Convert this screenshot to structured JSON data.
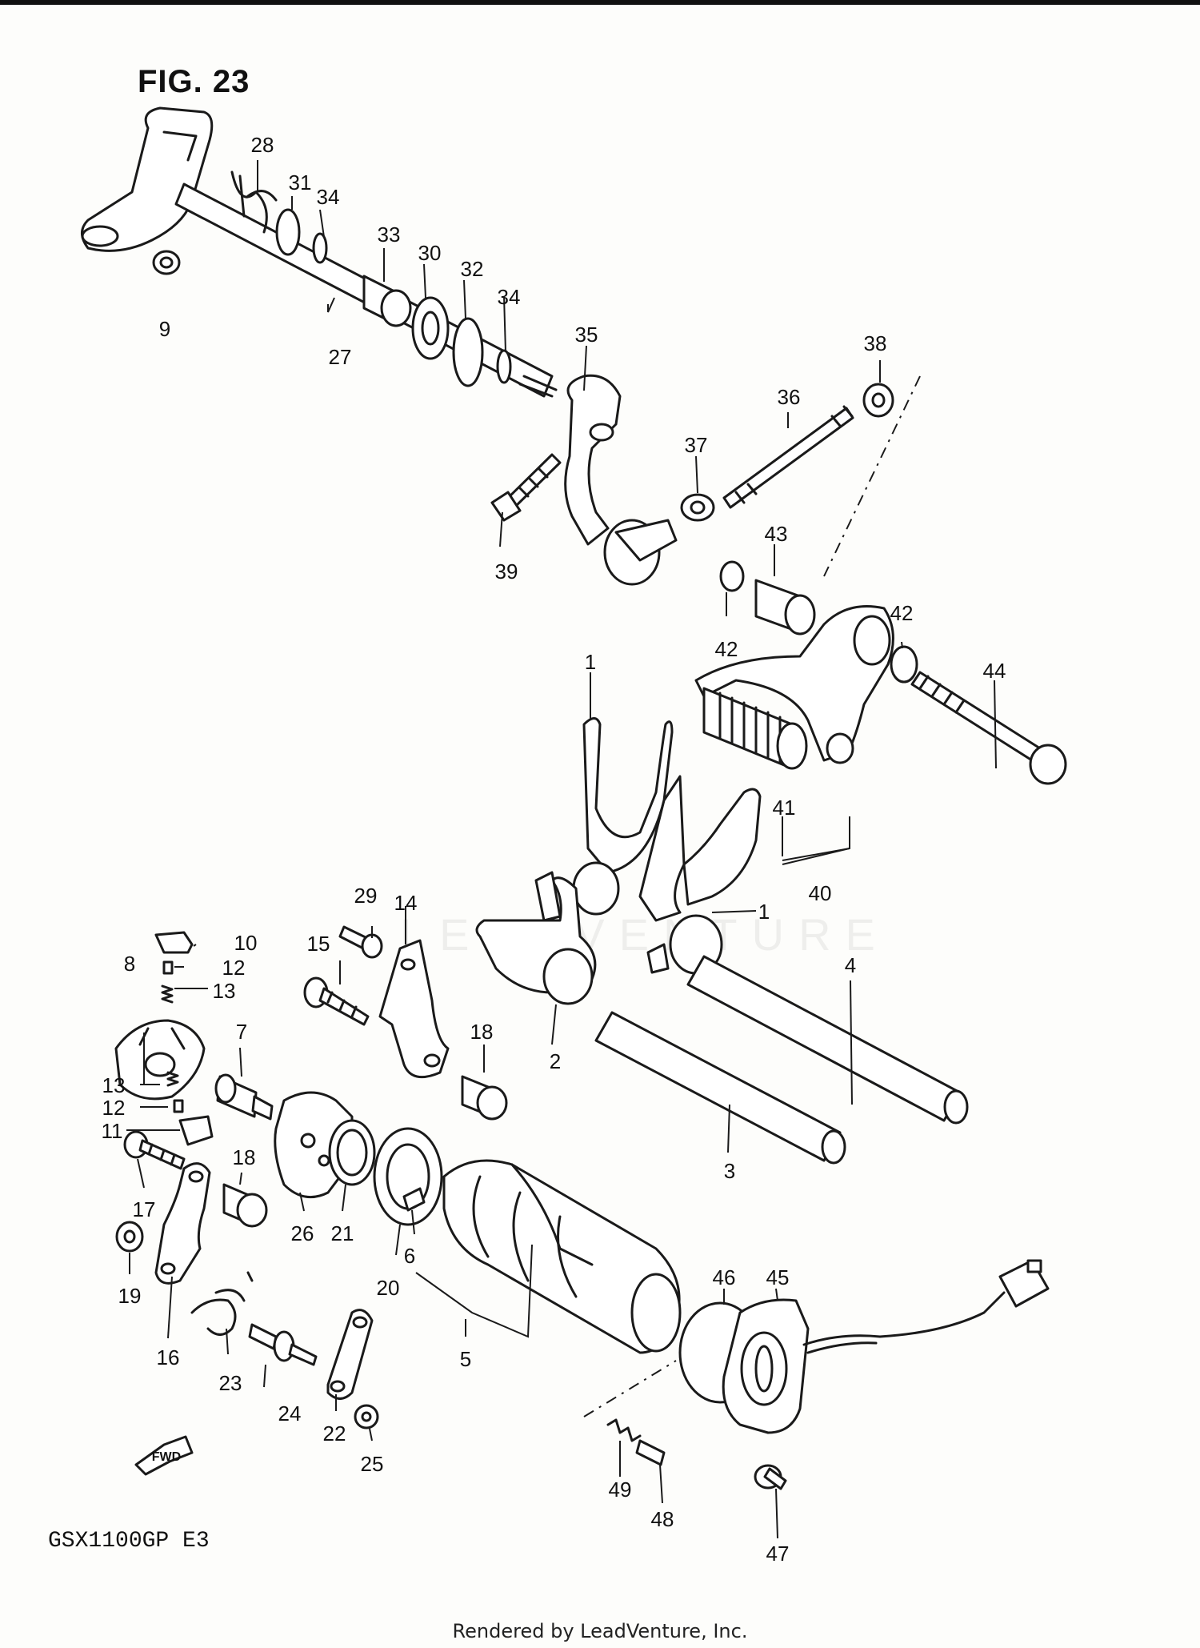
{
  "figure": {
    "title": "FIG. 23"
  },
  "model": {
    "code": "GSX1100GP  E3"
  },
  "footer": {
    "text": "Rendered by LeadVenture, Inc."
  },
  "watermark": {
    "text": "LEADVENTURE"
  },
  "fwd_label": "FWD",
  "callouts": {
    "c1a": "1",
    "c1b": "1",
    "c2": "2",
    "c3": "3",
    "c4": "4",
    "c5": "5",
    "c6": "6",
    "c7": "7",
    "c8": "8",
    "c9": "9",
    "c10": "10",
    "c11": "11",
    "c12a": "12",
    "c12b": "12",
    "c13a": "13",
    "c13b": "13",
    "c14": "14",
    "c15": "15",
    "c16": "16",
    "c17": "17",
    "c18a": "18",
    "c18b": "18",
    "c19": "19",
    "c20": "20",
    "c21": "21",
    "c22": "22",
    "c23": "23",
    "c24": "24",
    "c25": "25",
    "c26": "26",
    "c27": "27",
    "c28": "28",
    "c29": "29",
    "c30": "30",
    "c31": "31",
    "c32": "32",
    "c33": "33",
    "c34a": "34",
    "c34b": "34",
    "c35": "35",
    "c36": "36",
    "c37": "37",
    "c38": "38",
    "c39": "39",
    "c40": "40",
    "c41": "41",
    "c42a": "42",
    "c42b": "42",
    "c43": "43",
    "c44": "44",
    "c45": "45",
    "c46": "46",
    "c47": "47",
    "c48": "48",
    "c49": "49"
  },
  "colors": {
    "ink": "#1a1a1a",
    "paper": "#fdfdfb"
  }
}
